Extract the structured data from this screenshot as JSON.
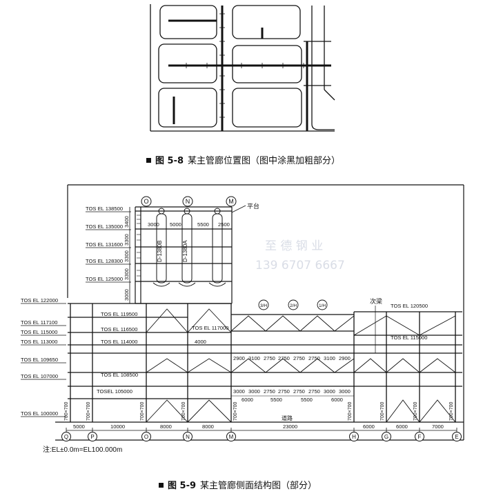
{
  "fig58": {
    "number": "图 5-8",
    "title": "某主管廊位置图（图中涂黑加粗部分）"
  },
  "fig59": {
    "number": "图 5-9",
    "title": "某主管廊侧面结构图（部分）"
  },
  "axes_top": [
    "O",
    "N",
    "M"
  ],
  "axes_bottom": [
    "Q",
    "P",
    "O",
    "N",
    "M",
    "H",
    "G",
    "F",
    "E"
  ],
  "axes_truss": [
    "3/H",
    "2/H",
    "1/H"
  ],
  "tower_tos": [
    "TOS EL 138500",
    "TOS EL 135000",
    "TOS EL 131600",
    "TOS EL 128300",
    "TOS EL 125000"
  ],
  "tower_vert_dims": [
    "3400",
    "3300",
    "3300",
    "3300",
    "3000"
  ],
  "left_tos": [
    "TOS EL 122000",
    "TOS EL 117100",
    "TOS EL 115000",
    "TOS EL 113000",
    "TOS EL 109650",
    "TOS EL 107000",
    "TOS EL 100000"
  ],
  "inner_tos": [
    "TOS EL 119500",
    "TOS EL 116500",
    "TOS EL 114000",
    "TOS EL 108500",
    "TOSEL 105000"
  ],
  "mid_tos": "TOS EL 117000",
  "right_tos": [
    "TOS EL 120500",
    "TOS EL 115000"
  ],
  "platform": "平台",
  "secondary_beam": "次梁",
  "vessels": [
    "D-1380B",
    "D-1380A"
  ],
  "tower_dims": [
    "3000",
    "5000",
    "5500",
    "2500"
  ],
  "dim_4000": "4000",
  "upper_dims": [
    "2900",
    "3100",
    "2750",
    "2750",
    "2750",
    "2750",
    "3100",
    "2900"
  ],
  "lower_dims": [
    "3000",
    "3000",
    "2750",
    "2750",
    "2750",
    "2750",
    "3000",
    "3000"
  ],
  "span_dims": [
    "6000",
    "5500",
    "5500",
    "6000"
  ],
  "column_labels": [
    "700×700",
    "700×700",
    "700×700",
    "700×700",
    "700×700",
    "700×700",
    "700×700",
    "700×700",
    "700×700"
  ],
  "road": "道路",
  "bottom_dims": [
    "5000",
    "10000",
    "8000",
    "8000",
    "23000",
    "6000",
    "6000",
    "7000"
  ],
  "note": "注:EL±0.0m=EL100.000m",
  "watermark": {
    "name": "至 德 钢 业",
    "phone": "139  6707  6667"
  }
}
